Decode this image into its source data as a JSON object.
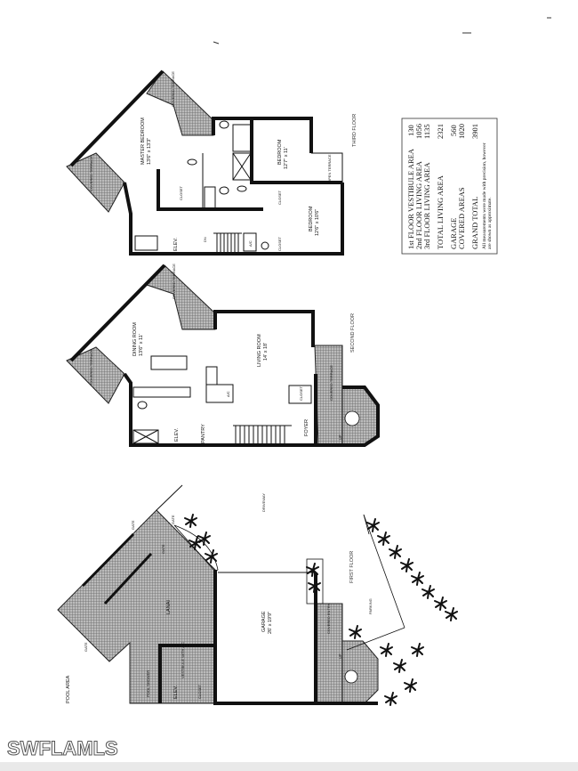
{
  "third_floor": {
    "floor_label": "THIRD FLOOR",
    "master_bedroom": {
      "name": "MASTER BEDROOM",
      "dims": "13'6\" x 13'3\""
    },
    "bedroom_1": {
      "name": "BEDROOM",
      "dims": "12'7\" x 11'"
    },
    "bedroom_2": {
      "name": "BEDROOM",
      "dims": "12'6\" x 10'6\""
    },
    "covered_terrace": "COVERED TERRACE",
    "open_terrace": "OPEN TERRACE",
    "closet": "CLOSET",
    "elev": "ELEV.",
    "ac": "A/C",
    "dn": "DN"
  },
  "second_floor": {
    "floor_label": "SECOND FLOOR",
    "dining_room": {
      "name": "DINING ROOM",
      "dims": "13'6\" x 11'"
    },
    "living_room": {
      "name": "LIVING ROOM",
      "dims": "14' x 18'"
    },
    "covered_terrace": "COVERED TERRACE",
    "closet": "CLOSET",
    "foyer": "FOYER",
    "pantry": "PANTRY",
    "elev": "ELEV.",
    "ac": "A/C",
    "up": "UP"
  },
  "first_floor": {
    "floor_label": "FIRST FLOOR",
    "lanai": "LANAI",
    "garage": {
      "name": "GARAGE",
      "dims": "26' x 19'9\""
    },
    "covered_entry": "COVERED ENTRY",
    "vestibule": "VESTIBULE WITH A/C",
    "elev": "ELEV.",
    "closet": "CLOSET",
    "pool_area": "POOL AREA",
    "pool_shower": "POOL SHOWER",
    "driveway": "DRIVEWAY",
    "parking": "PARKING",
    "gate": "GATE",
    "up": "UP"
  },
  "area_table": {
    "rows": [
      {
        "label": "1st FLOOR VESTIBULE AREA",
        "value": "130"
      },
      {
        "label": "2nd FLOOR LIVING AREA",
        "value": "1056"
      },
      {
        "label": "3rd FLOOR LIVING AREA",
        "value": "1135"
      },
      {
        "label": "TOTAL LIVING AREA",
        "value": "2321"
      },
      {
        "label": "GARAGE",
        "value": "560"
      },
      {
        "label": "COVERED AREAS",
        "value": "1020"
      },
      {
        "label": "GRAND TOTAL",
        "value": "3901"
      }
    ],
    "note_line1": "All measurements were made with precision, however",
    "note_line2": "are shown as approximate."
  },
  "watermark": "SWFLAMLS"
}
